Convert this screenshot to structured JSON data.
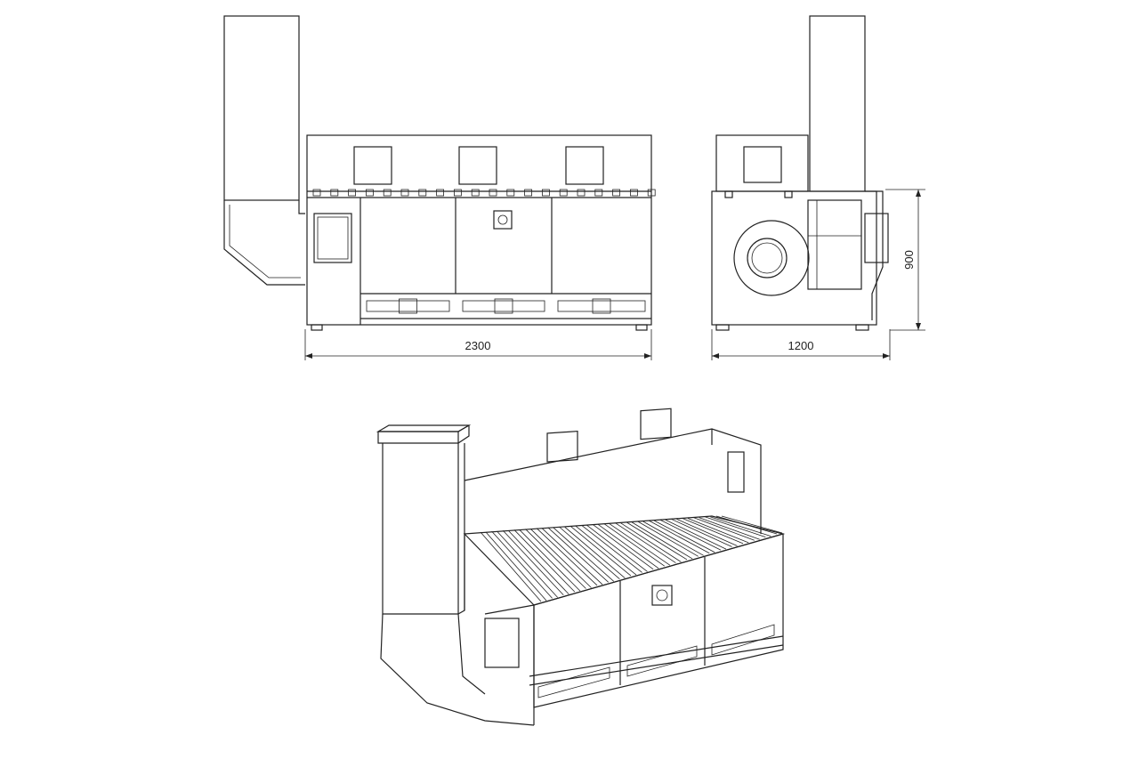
{
  "drawing": {
    "dimensions": {
      "width": "2300",
      "depth": "1200",
      "height": "900"
    },
    "colors": {
      "line": "#222222",
      "background": "#ffffff"
    }
  }
}
